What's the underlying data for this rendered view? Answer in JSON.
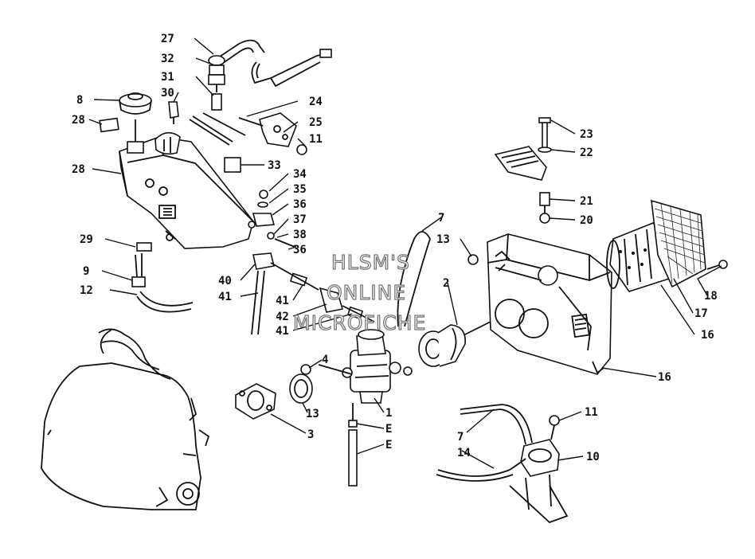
{
  "watermark": {
    "line1": "HLSM'S",
    "line2": "ONLINE",
    "line3": "MICROFICHE"
  },
  "callouts": {
    "c27": "27",
    "c32": "32",
    "c31": "31",
    "c30": "30",
    "c8": "8",
    "c28a": "28",
    "c28b": "28",
    "c24": "24",
    "c25": "25",
    "c11a": "11",
    "c33": "33",
    "c34": "34",
    "c35": "35",
    "c36a": "36",
    "c37": "37",
    "c38": "38",
    "c36b": "36",
    "c29": "29",
    "c9": "9",
    "c12": "12",
    "c40": "40",
    "c41a": "41",
    "c41b": "41",
    "c42": "42",
    "c41c": "41",
    "c7a": "7",
    "c13a": "13",
    "c2": "2",
    "c23": "23",
    "c22": "22",
    "c21": "21",
    "c20": "20",
    "c18": "18",
    "c17": "17",
    "c16a": "16",
    "c16b": "16",
    "c4": "4",
    "c13b": "13",
    "c3": "3",
    "c1": "1",
    "cEa": "E",
    "cEb": "E",
    "c11b": "11",
    "c7b": "7",
    "c14": "14",
    "c10": "10"
  }
}
